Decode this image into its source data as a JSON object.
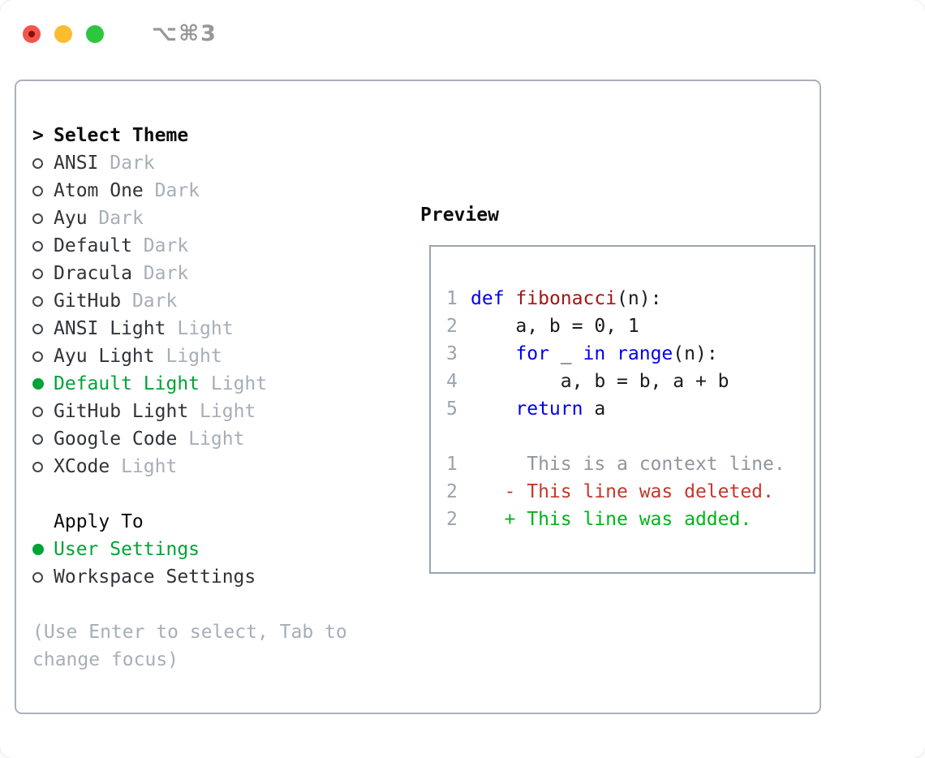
{
  "titlebar": {
    "shortcut": "⌥⌘3",
    "traffic_lights": [
      "close",
      "minimize",
      "zoom"
    ]
  },
  "colors": {
    "accent_green": "#00a336",
    "keyword_blue": "#0000ee",
    "function_red": "#a31515",
    "deleted_red": "#c4372a",
    "added_green": "#00b41a",
    "muted_gray": "#a6aeb9",
    "panel_border": "#a9b1bc",
    "traffic_red": "#f5544d",
    "traffic_yellow": "#fcbc2f",
    "traffic_green": "#2dc63f"
  },
  "theme_picker": {
    "prefix": ">",
    "title": "Select Theme",
    "items": [
      {
        "name": "ANSI",
        "variant": "Dark",
        "selected": false
      },
      {
        "name": "Atom One",
        "variant": "Dark",
        "selected": false
      },
      {
        "name": "Ayu",
        "variant": "Dark",
        "selected": false
      },
      {
        "name": "Default",
        "variant": "Dark",
        "selected": false
      },
      {
        "name": "Dracula",
        "variant": "Dark",
        "selected": false
      },
      {
        "name": "GitHub",
        "variant": "Dark",
        "selected": false
      },
      {
        "name": "ANSI Light",
        "variant": "Light",
        "selected": false
      },
      {
        "name": "Ayu Light",
        "variant": "Light",
        "selected": false
      },
      {
        "name": "Default Light",
        "variant": "Light",
        "selected": true
      },
      {
        "name": "GitHub Light",
        "variant": "Light",
        "selected": false
      },
      {
        "name": "Google Code",
        "variant": "Light",
        "selected": false
      },
      {
        "name": "XCode",
        "variant": "Light",
        "selected": false
      }
    ]
  },
  "apply_to": {
    "title": "Apply To",
    "options": [
      {
        "label": "User Settings",
        "selected": true
      },
      {
        "label": "Workspace Settings",
        "selected": false
      }
    ]
  },
  "help_text": "(Use Enter to select, Tab to change focus)",
  "preview": {
    "title": "Preview",
    "code_lines": [
      {
        "num": "1",
        "tokens": [
          {
            "text": "def",
            "type": "keyword"
          },
          {
            "text": " "
          },
          {
            "text": "fibonacci",
            "type": "function"
          },
          {
            "text": "(n):"
          }
        ]
      },
      {
        "num": "2",
        "tokens": [
          {
            "text": "    a, b = 0, 1"
          }
        ]
      },
      {
        "num": "3",
        "tokens": [
          {
            "text": "    "
          },
          {
            "text": "for",
            "type": "keyword"
          },
          {
            "text": " _ "
          },
          {
            "text": "in",
            "type": "keyword"
          },
          {
            "text": " "
          },
          {
            "text": "range",
            "type": "keyword"
          },
          {
            "text": "(n):"
          }
        ]
      },
      {
        "num": "4",
        "tokens": [
          {
            "text": "        a, b = b, a + b"
          }
        ]
      },
      {
        "num": "5",
        "tokens": [
          {
            "text": "    "
          },
          {
            "text": "return",
            "type": "keyword"
          },
          {
            "text": " a"
          }
        ]
      }
    ],
    "diff_lines": [
      {
        "num": "1",
        "sign": "",
        "text": "This is a context line.",
        "type": "context"
      },
      {
        "num": "2",
        "sign": "-",
        "text": "This line was deleted.",
        "type": "deleted"
      },
      {
        "num": "2",
        "sign": "+",
        "text": "This line was added.",
        "type": "added"
      }
    ]
  }
}
